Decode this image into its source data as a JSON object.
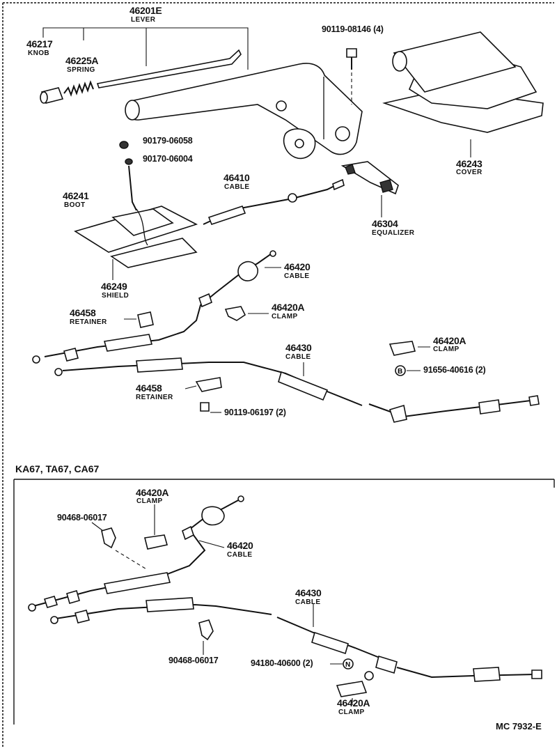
{
  "diagram": {
    "parts": {
      "p46201E": {
        "number": "46201E",
        "name": "LEVER"
      },
      "p46217": {
        "number": "46217",
        "name": "KNOB"
      },
      "p46225A": {
        "number": "46225A",
        "name": "SPRING"
      },
      "p90119_08146": {
        "ref": "90119-08146 (4)"
      },
      "p46243": {
        "number": "46243",
        "name": "COVER"
      },
      "p90179": {
        "ref": "90179-06058"
      },
      "p90170": {
        "ref": "90170-06004"
      },
      "p46410": {
        "number": "46410",
        "name": "CABLE"
      },
      "p46241": {
        "number": "46241",
        "name": "BOOT"
      },
      "p46304": {
        "number": "46304",
        "name": "EQUALIZER"
      },
      "p46249": {
        "number": "46249",
        "name": "SHIELD"
      },
      "p46420_top": {
        "number": "46420",
        "name": "CABLE"
      },
      "p46420A_a": {
        "number": "46420A",
        "name": "CLAMP"
      },
      "p46458_a": {
        "number": "46458",
        "name": "RETAINER"
      },
      "p46420A_b": {
        "number": "46420A",
        "name": "CLAMP"
      },
      "p91656": {
        "ref": "91656-40616 (2)"
      },
      "p46430_top": {
        "number": "46430",
        "name": "CABLE"
      },
      "p46458_b": {
        "number": "46458",
        "name": "RETAINER"
      },
      "p90119_06197": {
        "ref": "90119-06197 (2)"
      },
      "p46420A_c": {
        "number": "46420A",
        "name": "CLAMP"
      },
      "p90468_a": {
        "ref": "90468-06017"
      },
      "p46420_bot": {
        "number": "46420",
        "name": "CABLE"
      },
      "p46430_bot": {
        "number": "46430",
        "name": "CABLE"
      },
      "p90468_b": {
        "ref": "90468-06017"
      },
      "p94180": {
        "ref": "94180-40600 (2)"
      },
      "p46420A_d": {
        "number": "46420A",
        "name": "CLAMP"
      }
    },
    "section_label": "KA67, TA67, CA67",
    "footer_code": "MC  7932-E",
    "marker_b": "B",
    "marker_n": "N"
  }
}
